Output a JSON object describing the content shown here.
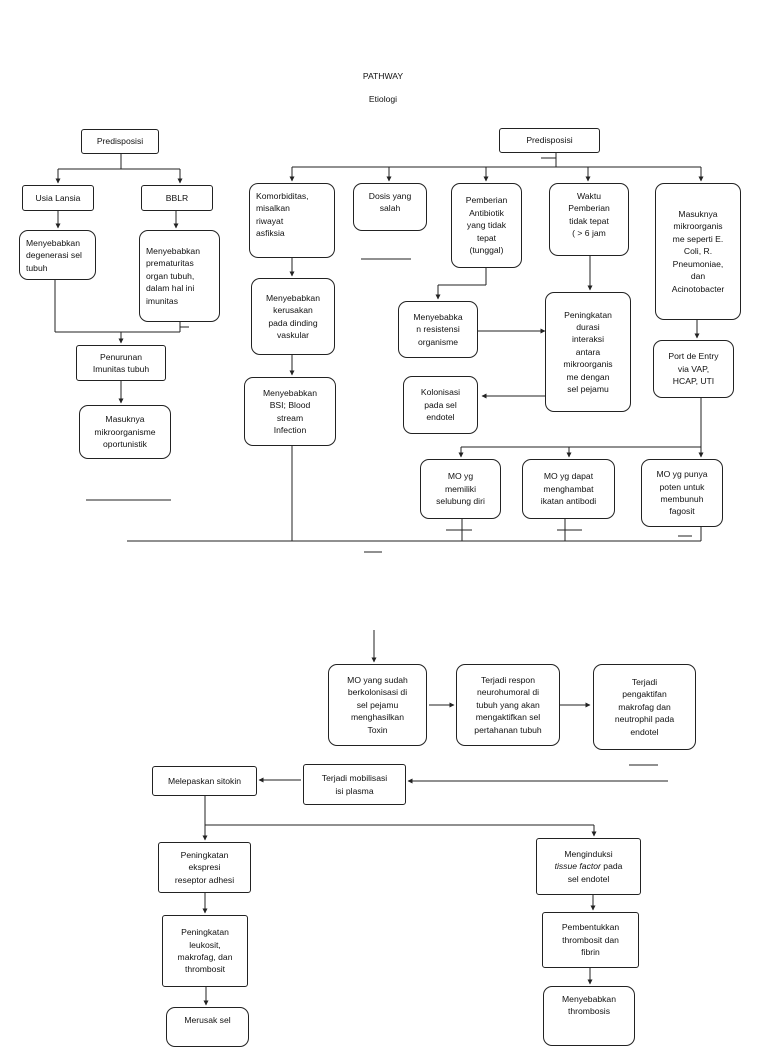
{
  "header": {
    "title": "PATHWAY",
    "subtitle": "Etiologi"
  },
  "nodes": {
    "predisposisi_left": "Predisposisi",
    "predisposisi_right": "Predisposisi",
    "usia_lansia": "Usia Lansia",
    "bblr": "BBLR",
    "degenerasi": "Menyebabkan\ndegenerasi sel\ntubuh",
    "prematuritas": "Menyebabkan\nprematuritas\norgan tubuh,\ndalam hal ini\nimunitas",
    "penurunan_imunitas": "Penurunan\nImunitas tubuh",
    "masuknya_mikroorganisme": "Masuknya\nmikroorganisme\noportunistik",
    "komorbiditas": "Komorbiditas,\nmisalkan\nriwayat\nasfiksia",
    "dosis": "Dosis yang\nsalah",
    "pemberian_antibiotik": "Pemberian\nAntibiotik\nyang tidak\ntepat\n(tunggal)",
    "waktu_pemberian": "Waktu\nPemberian\ntidak tepat\n( > 6 jam",
    "masuknya_mikro_right": "Masuknya\nmikroorganis\nme seperti E.\nColi, R.\nPneumoniae,\ndan\nAcinotobacter",
    "kerusakan_vaskular": "Menyebabkan\nkerusakan\npada dinding\nvaskular",
    "resistensi": "Menyebabka\nn resistensi\norganisme",
    "peningkatan_durasi": "Peningkatan\ndurasi\ninteraksi\nantara\nmikroorganis\nme dengan\nsel pejamu",
    "port_entry": "Port de Entry\nvia VAP,\nHCAP, UTI",
    "bsi": "Menyebabkan\nBSI; Blood\nstream\nInfection",
    "kolonisasi": "Kolonisasi\npada sel\nendotel",
    "mo_selubung": "MO yg\nmemiliki\nselubung diri",
    "mo_menghambat": "MO yg dapat\nmenghambat\nikatan antibodi",
    "mo_membunuh": "MO yg punya\npoten untuk\nmembunuh\nfagosit",
    "mo_toxin": "MO yang sudah\nberkolonisasi di\nsel pejamu\nmenghasilkan\nToxin",
    "respon_neurohumoral": "Terjadi respon\nneurohumoral di\ntubuh yang akan\nmengaktifkan sel\npertahanan tubuh",
    "pengaktifan_makrofag": "Terjadi\npengaktifan\nmakrofag dan\nneutrophil pada\nendotel",
    "melepaskan_sitokin": "Melepaskan sitokin",
    "mobilisasi_plasma": "Terjadi mobilisasi\nisi plasma",
    "reseptor_adhesi": "Peningkatan\nekspresi\nreseptor adhesi",
    "menginduksi_prefix": "Menginduksi",
    "menginduksi_italic": "tissue factor",
    "menginduksi_suffix": " pada\nsel endotel",
    "peningkatan_leukosit": "Peningkatan\nleukosit,\nmakrofag, dan\nthrombosit",
    "pembentukkan_thrombosit": "Pembentukkan\nthrombosit dan\nfibrin",
    "merusak_sel": "Merusak sel",
    "menyebabkan_thrombosis": "Menyebabkan\nthrombosis"
  }
}
